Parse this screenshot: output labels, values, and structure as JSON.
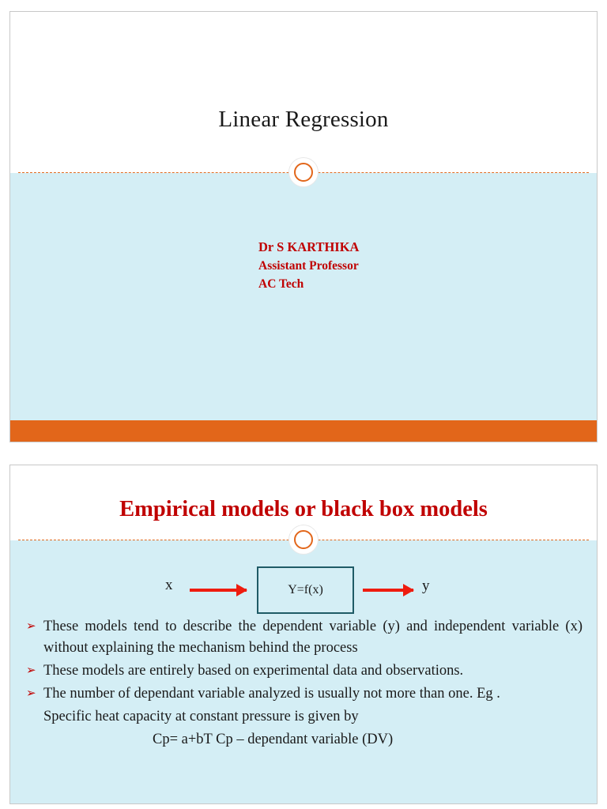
{
  "document": {
    "page_background": "#ffffff",
    "accent_orange": "#e2661a",
    "body_blue": "#d4eef5",
    "title_red": "#c00000"
  },
  "slides": [
    {
      "id": "slide-1",
      "title": "Linear Regression",
      "author": {
        "name": "Dr S KARTHIKA",
        "designation": "Assistant Professor",
        "affiliation": "AC Tech"
      }
    },
    {
      "id": "slide-2",
      "title": "Empirical models or black box models",
      "diagram": {
        "input_label": "x",
        "box_label": "Y=f(x)",
        "output_label": "y"
      },
      "bullets": [
        {
          "marker": "➢",
          "text": "These models tend to describe the dependent variable (y) and independent variable (x) without explaining the mechanism behind the process"
        },
        {
          "marker": "➢",
          "text": "These models are entirely based on experimental data and observations."
        },
        {
          "marker": "➢",
          "text": "The number of dependant variable analyzed is usually not more than one. Eg ."
        }
      ],
      "extra_lines": [
        "Specific heat capacity at constant pressure is given by",
        "Cp= a+bT    Cp – dependant variable (DV)"
      ]
    }
  ]
}
